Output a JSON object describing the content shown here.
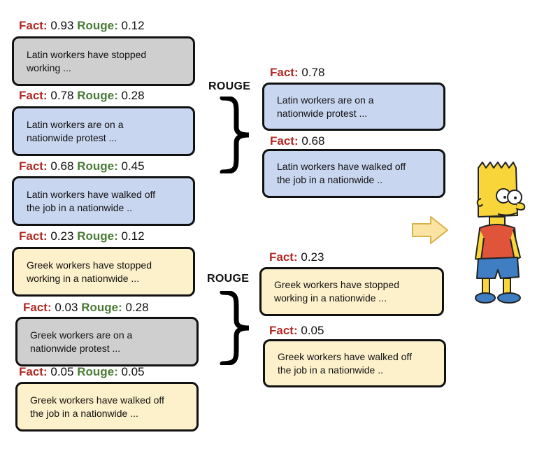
{
  "left": [
    {
      "fact_key": "Fact",
      "fact_val": "0.93",
      "rouge_key": "Rouge",
      "rouge_val": "0.12",
      "line1": "Latin workers have stopped",
      "line2": "working ...",
      "color": "#cfcfcf"
    },
    {
      "fact_key": "Fact",
      "fact_val": "0.78",
      "rouge_key": "Rouge",
      "rouge_val": "0.28",
      "line1": "Latin workers are on a",
      "line2": "nationwide protest ...",
      "color": "#c9d6f0"
    },
    {
      "fact_key": "Fact",
      "fact_val": "0.68",
      "rouge_key": "Rouge",
      "rouge_val": "0.45",
      "line1": "Latin workers have walked off",
      "line2": "the job in a nationwide ..",
      "color": "#c9d6f0"
    },
    {
      "fact_key": "Fact",
      "fact_val": "0.23",
      "rouge_key": "Rouge",
      "rouge_val": "0.12",
      "line1": "Greek workers have stopped",
      "line2": "working in a nationwide ...",
      "color": "#fdf1cc"
    },
    {
      "fact_key": "Fact",
      "fact_val": "0.03",
      "rouge_key": "Rouge",
      "rouge_val": "0.28",
      "line1": "Greek workers are on a",
      "line2": "nationwide protest ...",
      "color": "#cfcfcf"
    },
    {
      "fact_key": "Fact",
      "fact_val": "0.05",
      "rouge_key": "Rouge",
      "rouge_val": "0.05",
      "line1": "Greek workers have walked off",
      "line2": "the job in a nationwide ...",
      "color": "#fdf1cc"
    }
  ],
  "right": [
    {
      "fact_key": "Fact",
      "fact_val": "0.78",
      "line1": "Latin workers are on a",
      "line2": "nationwide protest ...",
      "color": "#c9d6f0"
    },
    {
      "fact_key": "Fact",
      "fact_val": "0.68",
      "line1": "Latin workers have walked off",
      "line2": "the job in a nationwide ..",
      "color": "#c9d6f0"
    },
    {
      "fact_key": "Fact",
      "fact_val": "0.23",
      "line1": "Greek workers have stopped",
      "line2": "working in a nationwide ...",
      "color": "#fdf1cc"
    },
    {
      "fact_key": "Fact",
      "fact_val": "0.05",
      "line1": "Greek workers have walked off",
      "line2": "the job in a nationwide ..",
      "color": "#fdf1cc"
    }
  ],
  "rouge_labels": [
    "ROUGE",
    "ROUGE"
  ],
  "colors": {
    "fact_key": "#b22a24",
    "rouge_key": "#4a7b36",
    "gray_box": "#cfcfcf",
    "blue_box": "#c9d6f0",
    "yellow_box": "#fdf1cc",
    "arrow_fill": "#fbe3a4",
    "arrow_stroke": "#d9b24a"
  },
  "icons": {
    "arrow": "right-arrow-icon",
    "character": "cartoon-character-icon",
    "brace": "right-curly-brace"
  }
}
